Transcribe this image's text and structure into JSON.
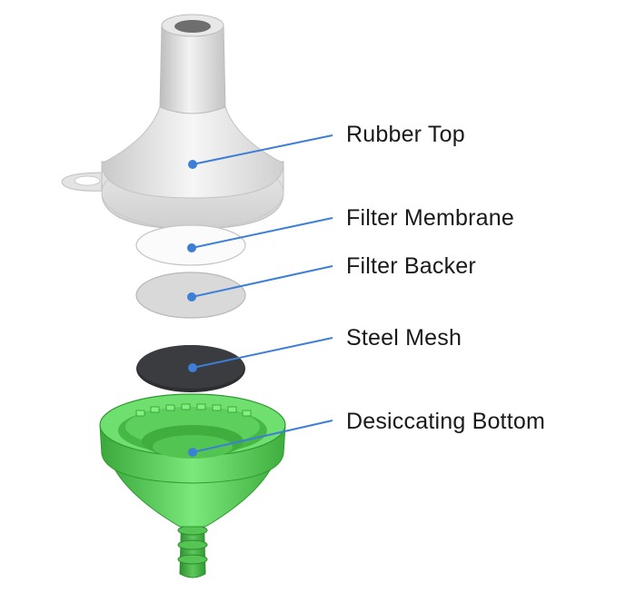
{
  "labels": {
    "rubber_top": "Rubber Top",
    "filter_membrane": "Filter Membrane",
    "filter_backer": "Filter Backer",
    "steel_mesh": "Steel Mesh",
    "desiccating_bottom": "Desiccating Bottom"
  },
  "colors": {
    "leader_line": "#3d7fd6",
    "dot": "#3d7fd6",
    "rubber_top": "#ececec",
    "filter_membrane": "#fbfbfb",
    "filter_backer": "#d9d9d9",
    "steel_mesh": "#3a3c40",
    "desiccating_bottom": "#62d960"
  }
}
